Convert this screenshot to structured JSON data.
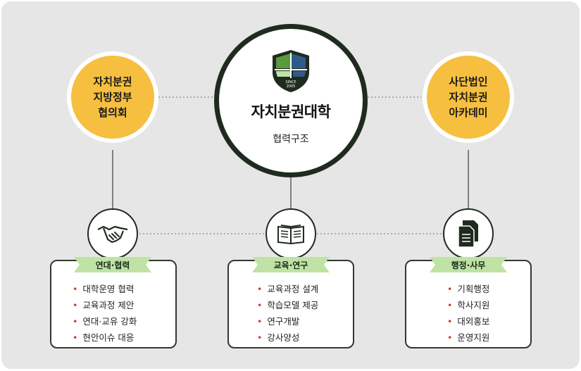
{
  "center": {
    "title": "자치분권대학",
    "subtitle": "협력구조",
    "logo_text": "SINCE 2005"
  },
  "partners": [
    {
      "lines": [
        "자치분권",
        "지방정부",
        "협의회"
      ]
    },
    {
      "lines": [
        "사단법인",
        "자치분권",
        "아카데미"
      ]
    }
  ],
  "columns": [
    {
      "icon": "handshake-icon",
      "label": "연대·협력",
      "items": [
        "대학운영 협력",
        "교육과정 제안",
        "연대·교유 강화",
        "현안이슈 대응"
      ]
    },
    {
      "icon": "open-book-icon",
      "label": "교육·연구",
      "items": [
        "교육과정 설계",
        "학습모델 제공",
        "연구개발",
        "강사양성"
      ]
    },
    {
      "icon": "documents-icon",
      "label": "행정·사무",
      "items": [
        "기획행정",
        "학사지원",
        "대외홍보",
        "운영지원"
      ]
    }
  ],
  "colors": {
    "accent_yellow": "#f6bf3f",
    "dark_green": "#1f2b1f",
    "ribbon_green": "#bfe3a4",
    "bullet_red": "#d23b2a",
    "panel_gray": "#e6e6e6"
  }
}
